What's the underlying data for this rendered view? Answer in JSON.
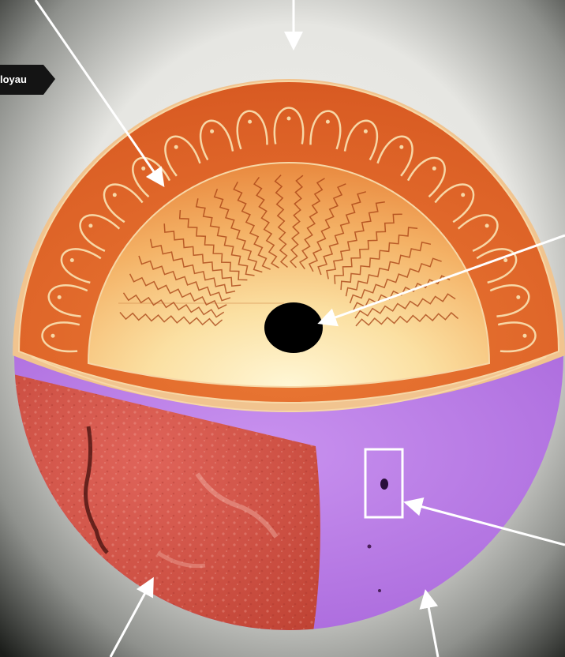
{
  "diagram": {
    "callout_tag": {
      "label": "loyau"
    },
    "layers": [
      {
        "id": "core",
        "color": "#000000"
      },
      {
        "id": "radiative-zone",
        "color": "#f6b766"
      },
      {
        "id": "convective-zone",
        "color": "#e06a2c"
      },
      {
        "id": "photosphere",
        "color": "#b777e6"
      },
      {
        "id": "chromosphere",
        "color": "#d5503e"
      }
    ],
    "colors": {
      "background_light": "#eeeeea",
      "background_dark": "#1b1d1a",
      "outline": "#f7d7a6",
      "arrow": "#ffffff",
      "wave": "#a63d12",
      "sunspot": "#2a0f3a"
    },
    "icons": [
      "pointer-arrow",
      "convection-cell-arrow",
      "radiation-wave",
      "sunspot"
    ]
  }
}
